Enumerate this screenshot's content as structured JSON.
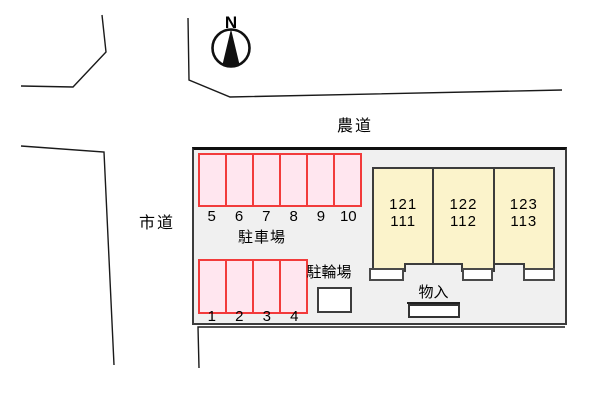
{
  "compass": {
    "label": "N"
  },
  "roads": {
    "top_label": "農道",
    "left_label": "市道"
  },
  "parking": {
    "area_label": "駐車場",
    "top_row_numbers": [
      "5",
      "6",
      "7",
      "8",
      "9",
      "10"
    ],
    "bottom_row_numbers": [
      "1",
      "2",
      "3",
      "4"
    ]
  },
  "bicycle_parking": {
    "label": "駐輪場"
  },
  "storage": {
    "label": "物入"
  },
  "building": {
    "units": [
      {
        "upper": "121",
        "lower": "111"
      },
      {
        "upper": "122",
        "lower": "112"
      },
      {
        "upper": "123",
        "lower": "113"
      }
    ]
  },
  "colors": {
    "parking_stall_border": "#f23b3b",
    "parking_stall_fill": "#ffe6ef",
    "building_fill": "#fbf3cb",
    "parcel_fill": "#f0f0f0",
    "line_color": "#1a1a1a"
  }
}
